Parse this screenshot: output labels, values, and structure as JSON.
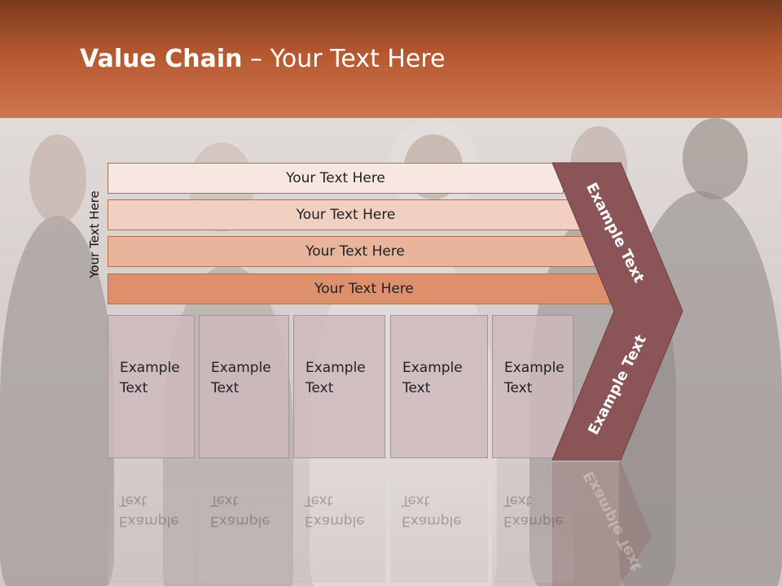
{
  "slide": {
    "title_bold": "Value Chain",
    "title_rest": " – Your Text Here",
    "vertical_label": "Your Text Here"
  },
  "bars": [
    {
      "label": "Your Text Here",
      "color": "#f8e7e1"
    },
    {
      "label": "Your Text Here",
      "color": "#f1d0c2"
    },
    {
      "label": "Your Text Here",
      "color": "#e8b49c"
    },
    {
      "label": "Your Text Here",
      "color": "#de8f6c"
    }
  ],
  "cards": [
    {
      "line1": "Example",
      "line2": "Text"
    },
    {
      "line1": "Example",
      "line2": "Text"
    },
    {
      "line1": "Example",
      "line2": "Text"
    },
    {
      "line1": "Example",
      "line2": "Text"
    },
    {
      "line1": "Example",
      "line2": "Text"
    }
  ],
  "chevron": {
    "upper_text": "Example Text",
    "lower_text": "Example Text",
    "color": "#8b5558"
  },
  "colors": {
    "header_top": "#7a3a1e",
    "header_bottom": "#cf7650"
  }
}
